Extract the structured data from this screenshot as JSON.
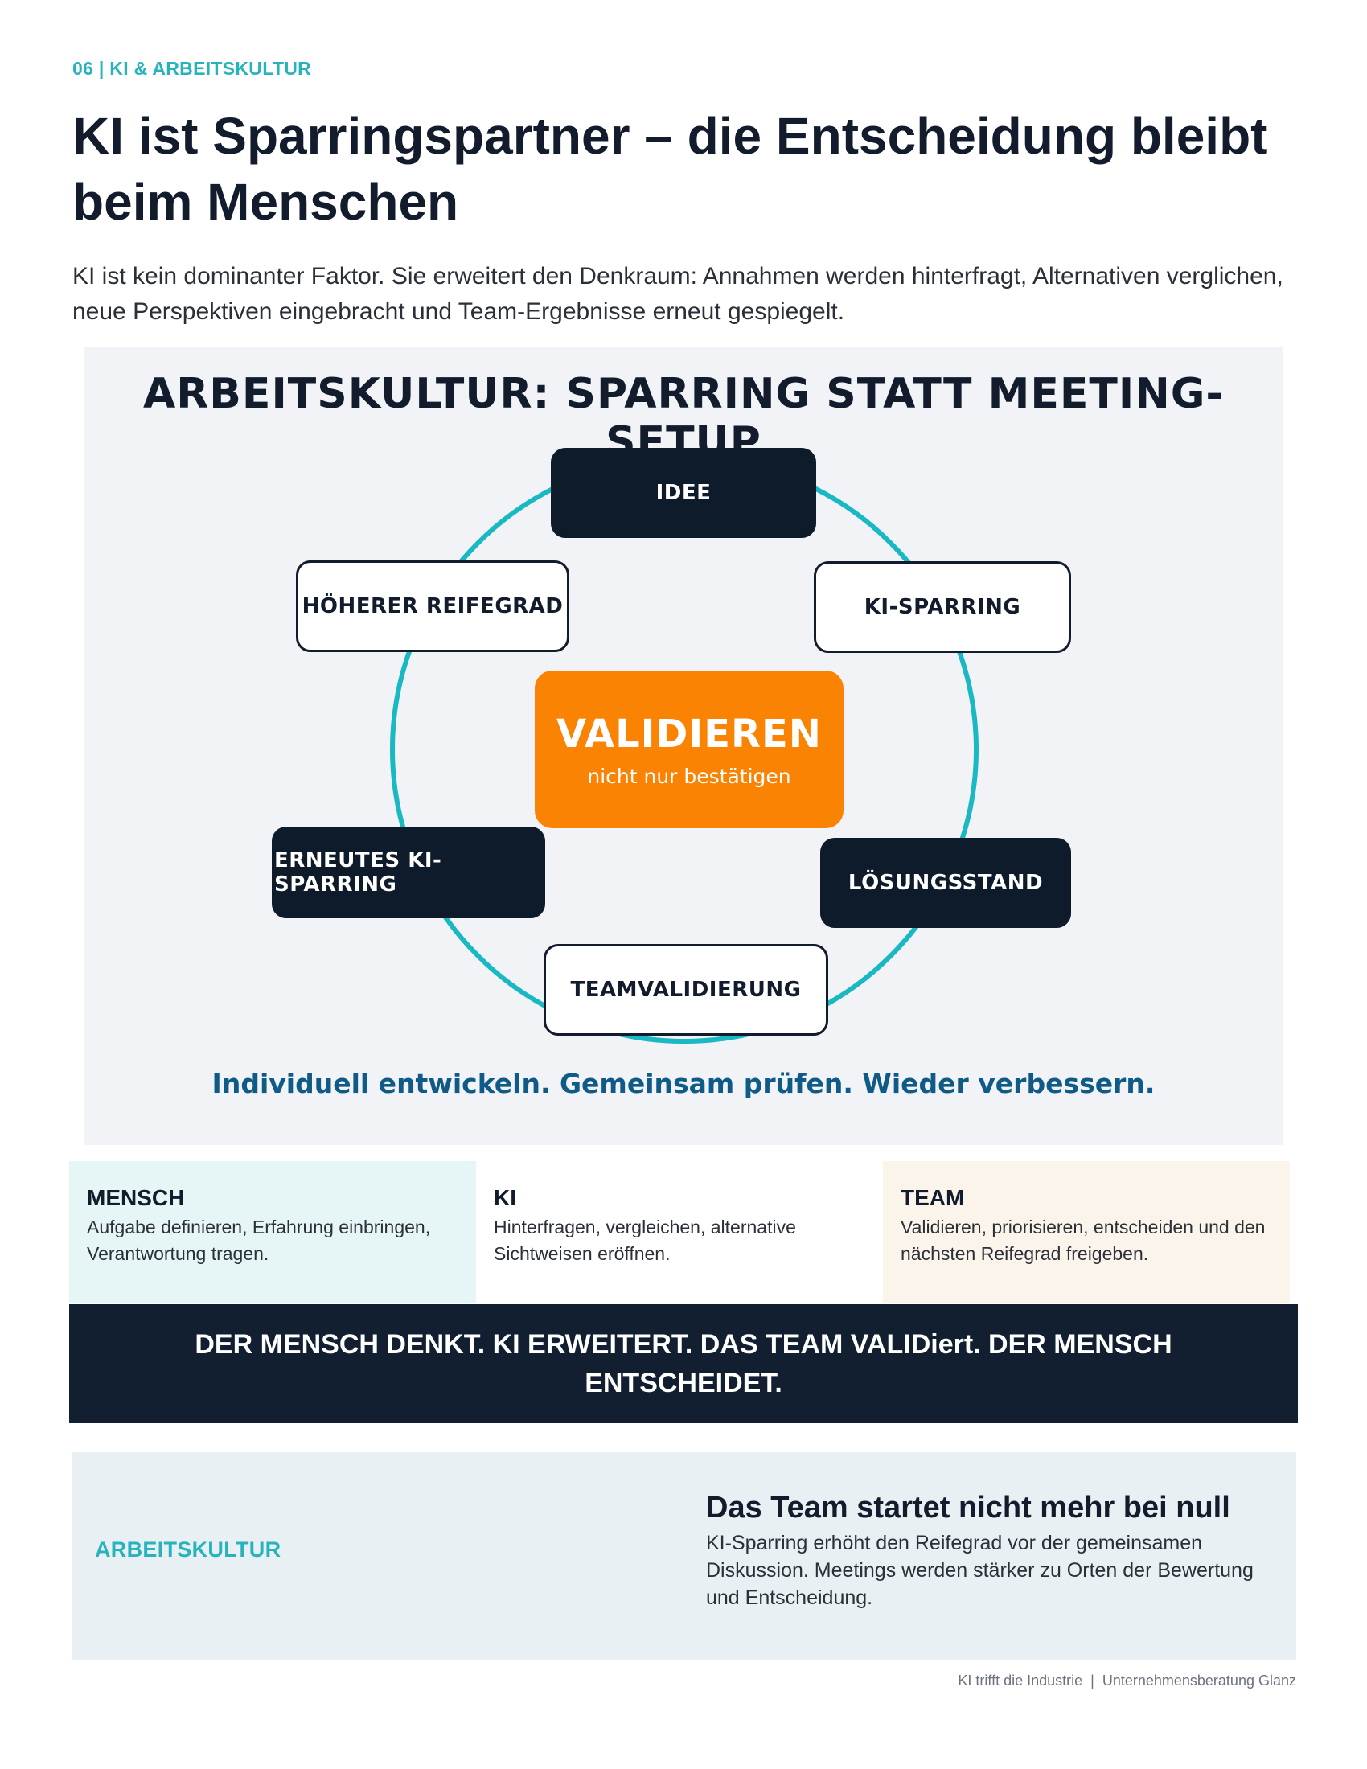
{
  "header": {
    "eyebrow": "06 | KI & ARBEITSKULTUR",
    "title": "KI ist Sparringspartner – die Entscheidung bleibt beim Menschen",
    "lead": "KI ist kein dominanter Faktor. Sie erweitert den Denkraum: Annahmen werden hinterfragt, Alternativen verglichen, neue Perspektiven eingebracht und Team-Ergebnisse erneut gespiegelt."
  },
  "diagram": {
    "title": "ARBEITSKULTUR: SPARRING STATT MEETING-SETUP",
    "ring_color": "#1ab8c2",
    "nodes": {
      "idee": "IDEE",
      "ki_sparring": "KI-SPARRING",
      "loesungsstand": "LÖSUNGSSTAND",
      "teamvalidierung": "TEAMVALIDIERUNG",
      "erneutes_ki_sparring": "ERNEUTES KI-SPARRING",
      "hoeherer_reifegrad": "HÖHERER REIFEGRAD"
    },
    "center": {
      "label": "VALIDIEREN",
      "sublabel": "nicht nur bestätigen",
      "color": "#fa8304"
    },
    "caption": "Individuell entwickeln. Gemeinsam prüfen. Wieder verbessern."
  },
  "columns": [
    {
      "title": "MENSCH",
      "text": "Aufgabe definieren, Erfahrung einbringen, Verantwortung tragen.",
      "bg": "#e6f6f6"
    },
    {
      "title": "KI",
      "text": "Hinterfragen, vergleichen, alternative Sichtweisen eröffnen.",
      "bg": "#ffffff"
    },
    {
      "title": "TEAM",
      "text": "Validieren, priorisieren, entscheiden und den nächsten Reifegrad freigeben.",
      "bg": "#fbf4ea"
    }
  ],
  "banner": {
    "text": "DER MENSCH DENKT.  KI ERWEITERT.  DAS TEAM VALIDiert.  DER MENSCH ENTSCHEIDET."
  },
  "panel": {
    "label": "ARBEITSKULTUR",
    "heading": "Das Team startet nicht mehr bei null",
    "body": "KI-Sparring erhöht den Reifegrad vor der gemeinsamen Diskussion. Meetings werden stärker zu Orten der Bewertung und Entscheidung."
  },
  "footer": {
    "text": "KI trifft die Industrie  |  Unternehmensberatung Glanz"
  }
}
